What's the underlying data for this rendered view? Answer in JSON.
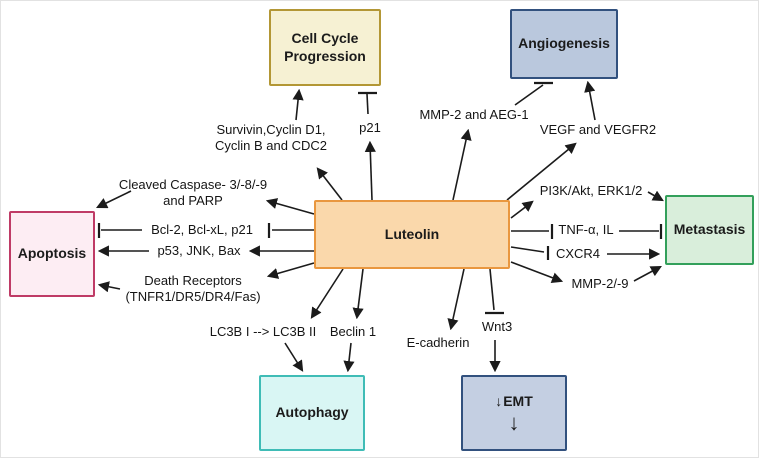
{
  "diagram": {
    "center_node": {
      "label": "Luteolin"
    },
    "nodes": {
      "cell_cycle": {
        "label": "Cell Cycle\nProgression"
      },
      "angiogenesis": {
        "label": "Angiogenesis"
      },
      "apoptosis": {
        "label": "Apoptosis"
      },
      "metastasis": {
        "label": "Metastasis"
      },
      "autophagy": {
        "label": "Autophagy"
      },
      "emt": {
        "label": "EMT",
        "down_arrow": "↓"
      }
    },
    "mediators": {
      "survivin": "Survivin,Cyclin D1,\nCyclin B and CDC2",
      "p21": "p21",
      "mmp2_aeg1": "MMP-2 and AEG-1",
      "vegf": "VEGF and VEGFR2",
      "caspase": "Cleaved Caspase- 3/-8/-9\nand PARP",
      "bcl2": "Bcl-2, Bcl-xL, p21",
      "p53": "p53, JNK, Bax",
      "death_receptors": "Death Receptors\n(TNFR1/DR5/DR4/Fas)",
      "pi3k": "PI3K/Akt, ERK1/2",
      "tnf": "TNF-α, IL",
      "cxcr4": "CXCR4",
      "mmp29": "MMP-2/-9",
      "lc3b": "LC3B I --> LC3B II",
      "beclin": "Beclin 1",
      "ecadherin": "E-cadherin",
      "wnt3": "Wnt3"
    },
    "colors": {
      "cell_cycle_fill": "#f6f1d3",
      "cell_cycle_border": "#b39735",
      "angiogenesis_fill": "#bac8dd",
      "angiogenesis_border": "#32517e",
      "apoptosis_fill": "#fdedf3",
      "apoptosis_border": "#bf3b66",
      "metastasis_fill": "#d9eedb",
      "metastasis_border": "#33a05b",
      "luteolin_fill": "#fad8ab",
      "luteolin_border": "#e9973f",
      "autophagy_fill": "#d9f6f4",
      "autophagy_border": "#3fbcb6",
      "emt_fill": "#c4cfe2",
      "emt_border": "#32517e",
      "connector": "#1b1b1b",
      "text": "#151515"
    }
  }
}
